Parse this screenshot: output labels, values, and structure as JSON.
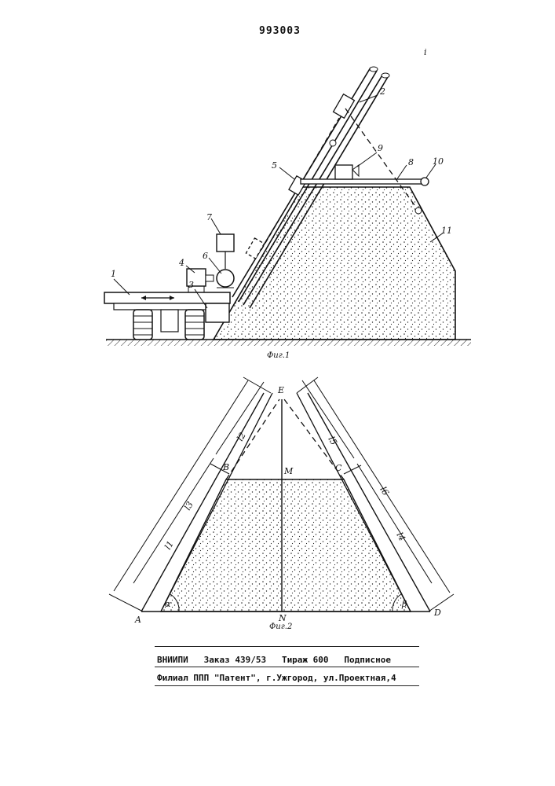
{
  "header": {
    "patent_number": "993003",
    "mark": "i"
  },
  "figure1": {
    "caption": "Фиг.1",
    "labels": [
      "1",
      "2",
      "3",
      "4",
      "5",
      "6",
      "7",
      "8",
      "9",
      "10",
      "11"
    ]
  },
  "figure2": {
    "caption": "Фиг.2",
    "points": {
      "A": "A",
      "B": "B",
      "C": "C",
      "D": "D",
      "E": "E",
      "M": "M",
      "N": "N"
    },
    "dims": {
      "l1": "l1",
      "l2": "l2",
      "l3": "l3",
      "l4": "l4",
      "l5": "l5",
      "l6": "l6"
    },
    "angles": {
      "alpha": "α",
      "beta": "β"
    }
  },
  "footer": {
    "line1": "ВНИИПИ   Заказ 439/53   Тираж 600   Подписное",
    "line2": "Филиал ППП \"Патент\", г.Ужгород, ул.Проектная,4"
  }
}
